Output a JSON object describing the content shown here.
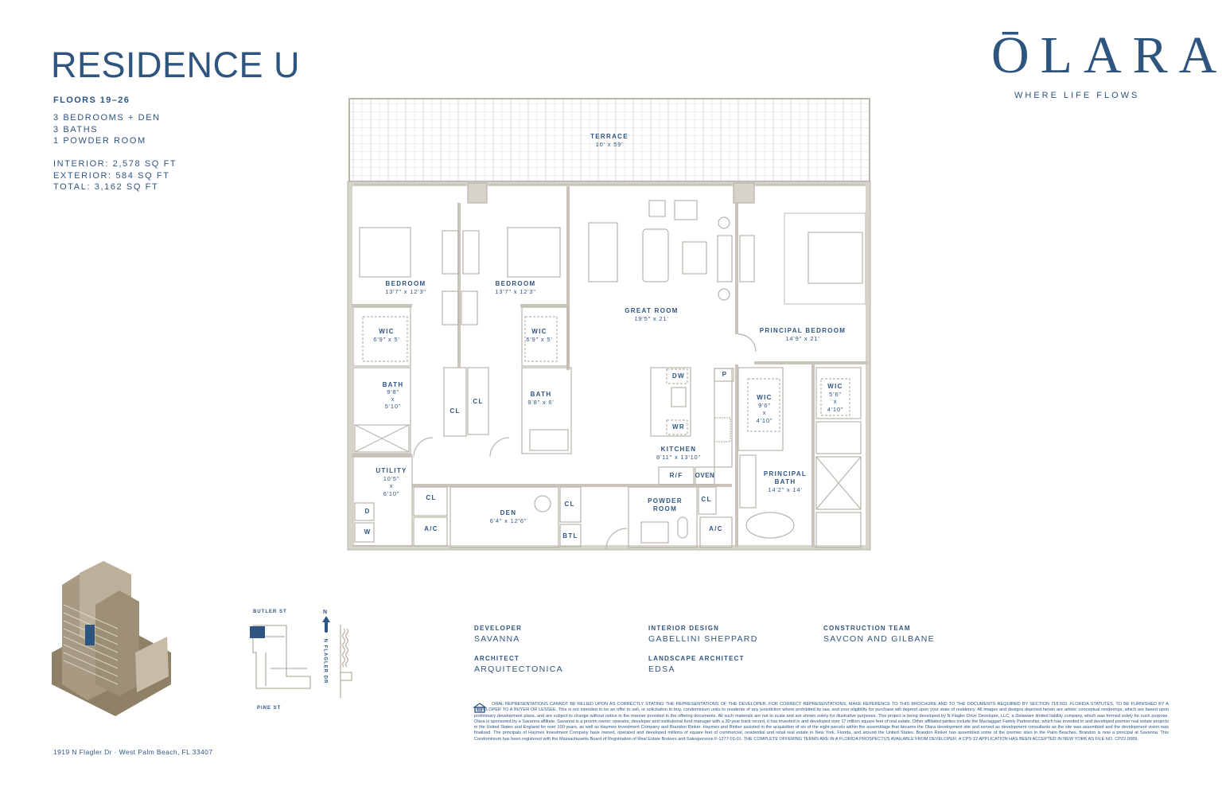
{
  "header": {
    "title": "RESIDENCE U",
    "floors": "FLOORS 19–26",
    "layout": [
      "3 BEDROOMS + DEN",
      "3 BATHS",
      "1 POWDER ROOM"
    ],
    "areas": [
      "INTERIOR: 2,578 SQ FT",
      "EXTERIOR: 584 SQ FT",
      "TOTAL: 3,162 SQ FT"
    ]
  },
  "brand": {
    "logo": "ŌLARA",
    "tagline": "WHERE LIFE FLOWS",
    "color": "#2e5480"
  },
  "floorplan": {
    "rooms": {
      "terrace": {
        "name": "TERRACE",
        "dim": "10' x 59'"
      },
      "bedroom_1": {
        "name": "BEDROOM",
        "dim": "13'7\" x 12'3\""
      },
      "bedroom_2": {
        "name": "BEDROOM",
        "dim": "13'7\" x 12'3\""
      },
      "wic_1": {
        "name": "WIC",
        "dim": "6'9\" x 5'"
      },
      "wic_2": {
        "name": "WIC",
        "dim": "6'9\" x 5'"
      },
      "bath_1": {
        "name": "BATH",
        "dim": [
          "9'8\"",
          "x",
          "5'10\""
        ]
      },
      "bath_2": {
        "name": "BATH",
        "dim": "9'8\" x 6'"
      },
      "cl_1": "CL",
      "cl_2": "CL",
      "utility": {
        "name": "UTILITY",
        "dim": [
          "10'5\"",
          "x",
          "6'10\""
        ]
      },
      "dryer": "D",
      "washer": "W",
      "cl_3": "CL",
      "ac_1": "A/C",
      "den": {
        "name": "DEN",
        "dim": "6'4\" x 12'6\""
      },
      "cl_4": "CL",
      "btl": "BTL",
      "great_room": {
        "name": "GREAT ROOM",
        "dim": "19'5\" x 21'"
      },
      "principal_bedroom": {
        "name": "PRINCIPAL BEDROOM",
        "dim": "14'9\" x 21'"
      },
      "dw": "DW",
      "wr": "WR",
      "pantry": "P",
      "kitchen": {
        "name": "KITCHEN",
        "dim": "8'11\" x 13'10\""
      },
      "rf": "R/F",
      "oven": "OVEN",
      "wic_3": {
        "name": "WIC",
        "dim": [
          "9'6\"",
          "x",
          "4'10\""
        ]
      },
      "wic_4": {
        "name": "WIC",
        "dim": [
          "5'6\"",
          "x",
          "4'10\""
        ]
      },
      "principal_bath": {
        "name": [
          "PRINCIPAL",
          "BATH"
        ],
        "dim": "14'2\" x 14'"
      },
      "powder_room": {
        "name": [
          "POWDER",
          "ROOM"
        ]
      },
      "cl_5": "CL",
      "ac_2": "A/C"
    }
  },
  "site_map": {
    "north": "N",
    "street_top": "BUTLER ST",
    "street_bottom": "PINE ST",
    "street_right": "N FLAGLER DR"
  },
  "credits": [
    {
      "role": "DEVELOPER",
      "name": "SAVANNA"
    },
    {
      "role": "ARCHITECT",
      "name": "ARQUITECTONICA"
    },
    {
      "role": "INTERIOR DESIGN",
      "name": "GABELLINI SHEPPARD"
    },
    {
      "role": "LANDSCAPE ARCHITECT",
      "name": "EDSA"
    },
    {
      "role": "CONSTRUCTION TEAM",
      "name": "SAVCON AND GILBANE"
    }
  ],
  "address": "1919 N Flagler Dr  ·  West Palm Beach, FL 33407",
  "legal": "ORAL REPRESENTATIONS CANNOT BE RELIED UPON AS CORRECTLY STATING THE REPRESENTATIONS OF THE DEVELOPER. FOR CORRECT REPRESENTATIONS, MAKE REFERENCE TO THIS BROCHURE AND TO THE DOCUMENTS REQUIRED BY SECTION 718.503, FLORIDA STATUTES, TO BE FURNISHED BY A DEVELOPER TO A BUYER OR LESSEE. This is not intended to be an offer to sell, or solicitation to buy, condominium units to residents of any jurisdiction where prohibited by law, and your eligibility for purchase will depend upon your state of residency. All images and designs depicted herein are artists' conceptual renderings, which are based upon preliminary development plans, and are subject to change without notice in the manner provided in the offering documents. All such materials are not to scale and are shown solely for illustrative purposes. This project is being developed by N Flagler Drive Developer, LLC, a Delaware limited liability company, which was formed solely for such purpose. Olara is sponsored by a Savanna affiliate. Savanna is a proven owner, operator, developer and institutional fund manager with a 30-year track record, it has invested in and developed over 17 million square feet of real estate. Other affiliated parties include the Mactaggart Family Partnership, which has invested in and developed premier real estate projects in the United States and England for over 100 years, as well as Haymes Investment Company and Brandon Rinker. Haymes and Rinker assisted in the acquisition of six of the eight parcels within the assemblage that became the Olara development site and served as development consultants as the site was assembled and the development vision was finalized. The principals of Haymes Investment Company have owned, operated and developed millions of square feet of commercial, residential and retail real estate in New York, Florida, and around the United States. Brandon Rinker has assembled some of the premier sites in the Palm Beaches. Brandon is now a principal at Savanna. This Condominium has been registered with the Massachusetts Board of Registration of Real Estate Brokers and Salespersons F-1277-01-01. THE COMPLETE OFFERING TERMS ARE IN A FLORIDA PROSPECTUS AVAILABLE FROM DEVELOPER. A CPS-12 APPLICATION HAS BEEN ACCEPTED IN NEW YORK AS FILE NO. CP22-0089.",
  "icons": {
    "equal_housing": "equal-housing-icon",
    "north_arrow": "north-arrow-icon"
  }
}
